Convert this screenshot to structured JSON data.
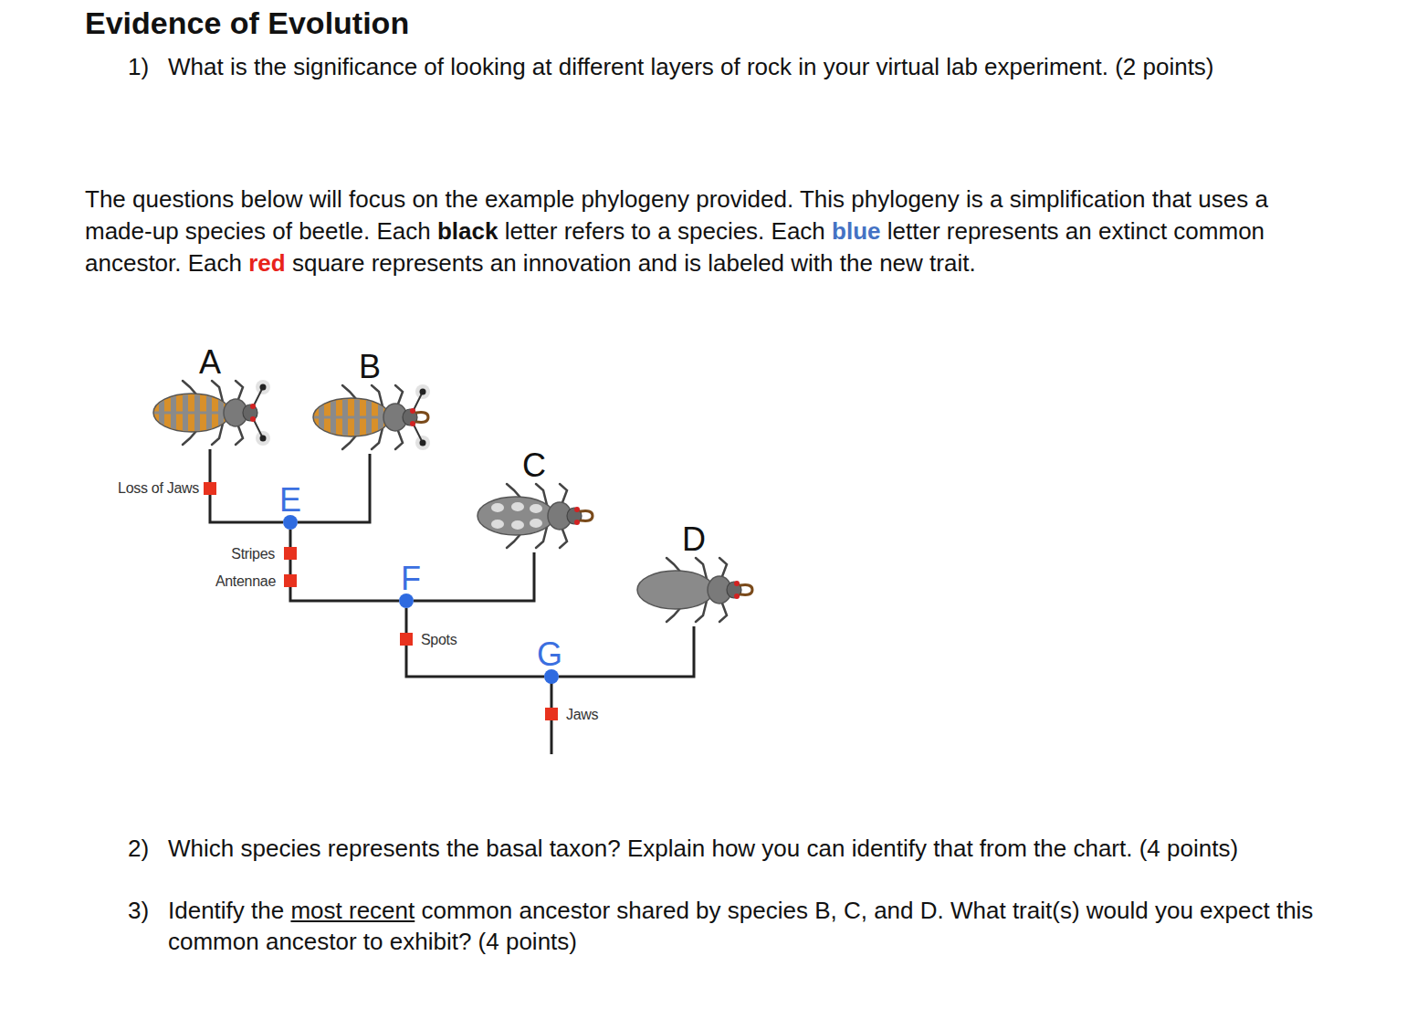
{
  "diagram": {
    "title": "Evidence of Evolution",
    "nodes": [
      {
        "text": [
          "A"
        ]
      },
      {
        "text": [
          "B"
        ]
      },
      {
        "text": [
          "C"
        ]
      },
      {
        "text": [
          "D"
        ]
      },
      {
        "text": [
          "E"
        ]
      },
      {
        "text": [
          "F"
        ]
      },
      {
        "text": [
          "G"
        ]
      }
    ],
    "edges": [
      {
        "from": 4,
        "to": 0,
        "arrow": "none"
      },
      {
        "from": 4,
        "to": 1,
        "arrow": "none"
      },
      {
        "from": 5,
        "to": 4,
        "arrow": "none"
      },
      {
        "from": 5,
        "to": 2,
        "arrow": "none"
      },
      {
        "from": 6,
        "to": 5,
        "arrow": "none"
      },
      {
        "from": 6,
        "to": 3,
        "arrow": "none"
      }
    ],
    "labels": [
      "1)",
      "What is the significance of looking at different layers of rock in your virtual lab experiment. (2 points)",
      "The questions below will focus on the example phylogeny provided. This phylogeny is a simplification that uses a made-up species of beetle. Each",
      "black",
      "letter refers to a species. Each",
      "blue",
      "letter represents an extinct common ancestor. Each",
      "red",
      "square represents an innovation and is labeled with the new trait.",
      "Loss of Jaws",
      "Stripes",
      "Antennae",
      "Spots",
      "Jaws",
      "2)",
      "Which species represents the basal taxon? Explain how you can identify that from the chart. (4 points)",
      "3)",
      "Identify the",
      "most recent",
      "common ancestor shared by species B, C, and D. What trait(s) would you expect this common ancestor to exhibit? (4 points)"
    ]
  }
}
